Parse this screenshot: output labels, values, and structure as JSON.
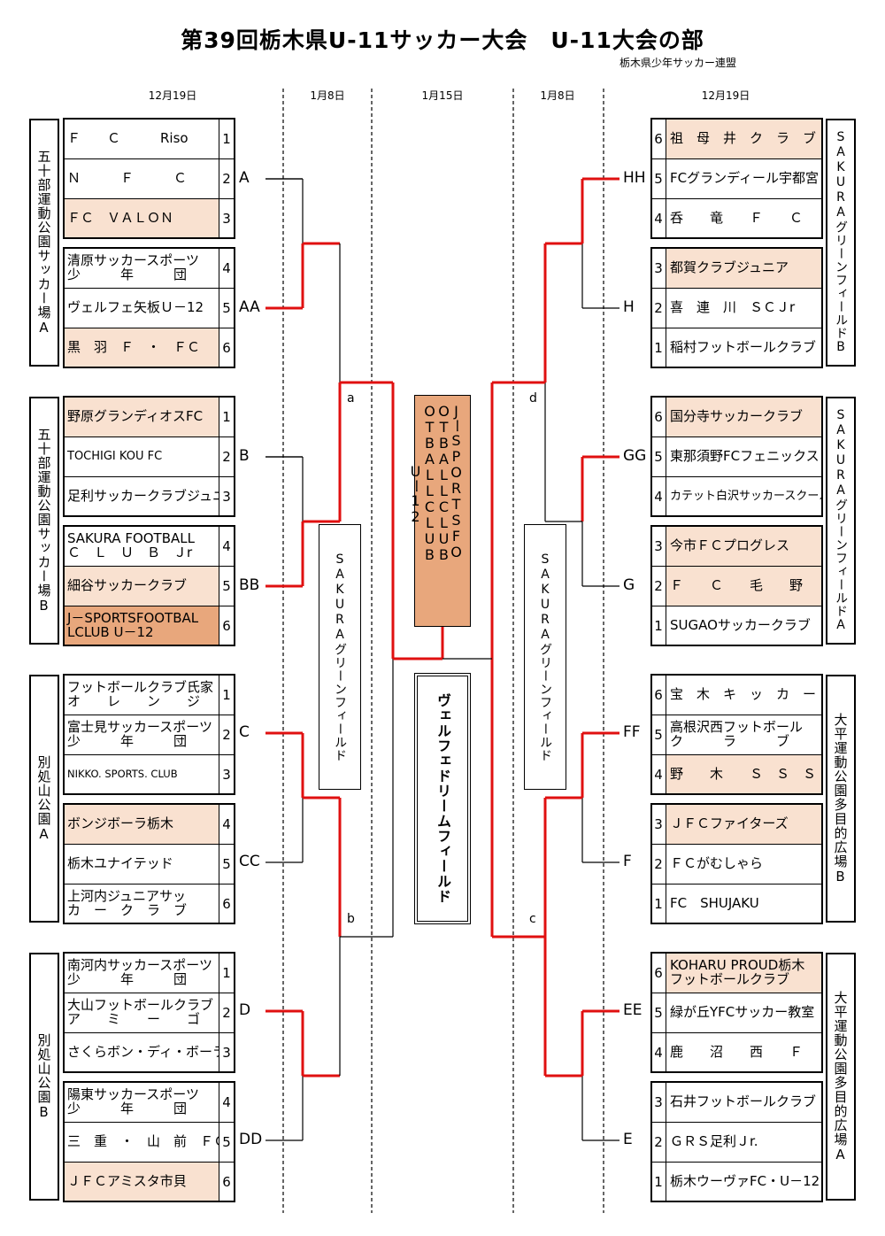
{
  "title": "第39回栃木県U-11サッカー大会　U-11大会の部",
  "organizer": "栃木県少年サッカー連盟",
  "dates": [
    "12月19日",
    "1月8日",
    "1月15日",
    "1月8日",
    "12月19日"
  ],
  "venues": {
    "left_a": "五十部運動公園サッカー場A",
    "left_b": "五十部運動公園サッカー場B",
    "left_c": "別処山公園A",
    "left_d": "別処山公園B",
    "right_a": "SAKURAグリーンフィールドB",
    "right_b": "SAKURAグリーンフィールドA",
    "right_c": "大平運動公園多目的広場B",
    "right_d": "大平運動公園多目的広場A",
    "mid_left": "SAKURAグリーンフィールド",
    "mid_right": "SAKURAグリーンフィールド",
    "final": "ヴェルフェドリームフィールド"
  },
  "champion": {
    "col1": "JーSPORTSFO",
    "col2": "OTBALLCLUB",
    "col3": "OTBALLCLUB",
    "col4": "Uー12"
  },
  "left_teams": [
    {
      "num": "1",
      "name": "Ｆ　　Ｃ　　　Riso"
    },
    {
      "num": "2",
      "name": "Ｎ　　　Ｆ　　　Ｃ"
    },
    {
      "num": "3",
      "name": "ＦＣ　ＶＡＬＯＮ"
    },
    {
      "num": "4",
      "name": "清原サッカースポーツ\n少　　　年　　　団"
    },
    {
      "num": "5",
      "name": "ヴェルフェ矢板Ｕ－12"
    },
    {
      "num": "6",
      "name": "黒　羽　Ｆ　・　ＦＣ"
    },
    {
      "num": "1",
      "name": "野原グランディオスFC"
    },
    {
      "num": "2",
      "name": "TOCHIGI KOU FC"
    },
    {
      "num": "3",
      "name": "足利サッカークラブジュニア"
    },
    {
      "num": "4",
      "name": "SAKURA FOOTBALL\nＣ　Ｌ　Ｕ　Ｂ　Ｊr"
    },
    {
      "num": "5",
      "name": "細谷サッカークラブ"
    },
    {
      "num": "6",
      "name": "J－SPORTSFOOTBAL\nLCLUB U－12"
    },
    {
      "num": "1",
      "name": "フットボールクラブ氏家\nオ　　レ　　ン　　ジ"
    },
    {
      "num": "2",
      "name": "富士見サッカースポーツ\n少　　　年　　　団"
    },
    {
      "num": "3",
      "name": "NIKKO. SPORTS. CLUB"
    },
    {
      "num": "4",
      "name": "ボンジボーラ栃木"
    },
    {
      "num": "5",
      "name": "栃木ユナイテッド"
    },
    {
      "num": "6",
      "name": "上河内ジュニアサッ\nカ　ー　ク　ラ　ブ"
    },
    {
      "num": "1",
      "name": "南河内サッカースポーツ\n少　　　年　　　団"
    },
    {
      "num": "2",
      "name": "大山フットボールクラブ\nア　　ミ　　ー　　ゴ"
    },
    {
      "num": "3",
      "name": "さくらボン・ディ・ボーラ"
    },
    {
      "num": "4",
      "name": "陽東サッカースポーツ\n少　　　年　　　団"
    },
    {
      "num": "5",
      "name": "三　重　・　山　前　ＦＣ"
    },
    {
      "num": "6",
      "name": "ＪＦＣアミスタ市貝"
    }
  ],
  "right_teams": [
    {
      "num": "6",
      "name": "祖　母　井　ク　ラ　ブ"
    },
    {
      "num": "5",
      "name": "FCグランディール宇都宮"
    },
    {
      "num": "4",
      "name": "呑　　竜　　Ｆ　　Ｃ"
    },
    {
      "num": "3",
      "name": "都賀クラブジュニア"
    },
    {
      "num": "2",
      "name": "喜　連　川　ＳＣＪr"
    },
    {
      "num": "1",
      "name": "稲村フットボールクラブ"
    },
    {
      "num": "6",
      "name": "国分寺サッカークラブ"
    },
    {
      "num": "5",
      "name": "東那須野FCフェニックス"
    },
    {
      "num": "4",
      "name": "カテット白沢サッカースクール"
    },
    {
      "num": "3",
      "name": "今市ＦＣプログレス"
    },
    {
      "num": "2",
      "name": "Ｆ　　Ｃ　　毛　　野"
    },
    {
      "num": "1",
      "name": "SUGAOサッカークラブ"
    },
    {
      "num": "6",
      "name": "宝　木　キ　ッ　カ　ー　ズ"
    },
    {
      "num": "5",
      "name": "高根沢西フットボール\nク　　　ラ　　　ブ"
    },
    {
      "num": "4",
      "name": "野　　木　　Ｓ　Ｓ　Ｓ"
    },
    {
      "num": "3",
      "name": "ＪＦＣファイターズ"
    },
    {
      "num": "2",
      "name": "ＦＣがむしゃら"
    },
    {
      "num": "1",
      "name": "FC　SHUJAKU"
    },
    {
      "num": "6",
      "name": "KOHARU PROUD栃木\nフットボールクラブ"
    },
    {
      "num": "5",
      "name": "緑が丘YFCサッカー教室"
    },
    {
      "num": "4",
      "name": "鹿　　沼　　西　　Ｆ　　Ｃ"
    },
    {
      "num": "3",
      "name": "石井フットボールクラブ"
    },
    {
      "num": "2",
      "name": "ＧＲＳ足利Ｊr."
    },
    {
      "num": "1",
      "name": "栃木ウーヴァFC・U－12"
    }
  ],
  "match_labels_left": [
    "A",
    "AA",
    "B",
    "BB",
    "C",
    "CC",
    "D",
    "DD"
  ],
  "match_labels_right": [
    "HH",
    "H",
    "GG",
    "G",
    "FF",
    "F",
    "EE",
    "E"
  ],
  "semi_labels": [
    "a",
    "b",
    "d",
    "c"
  ]
}
